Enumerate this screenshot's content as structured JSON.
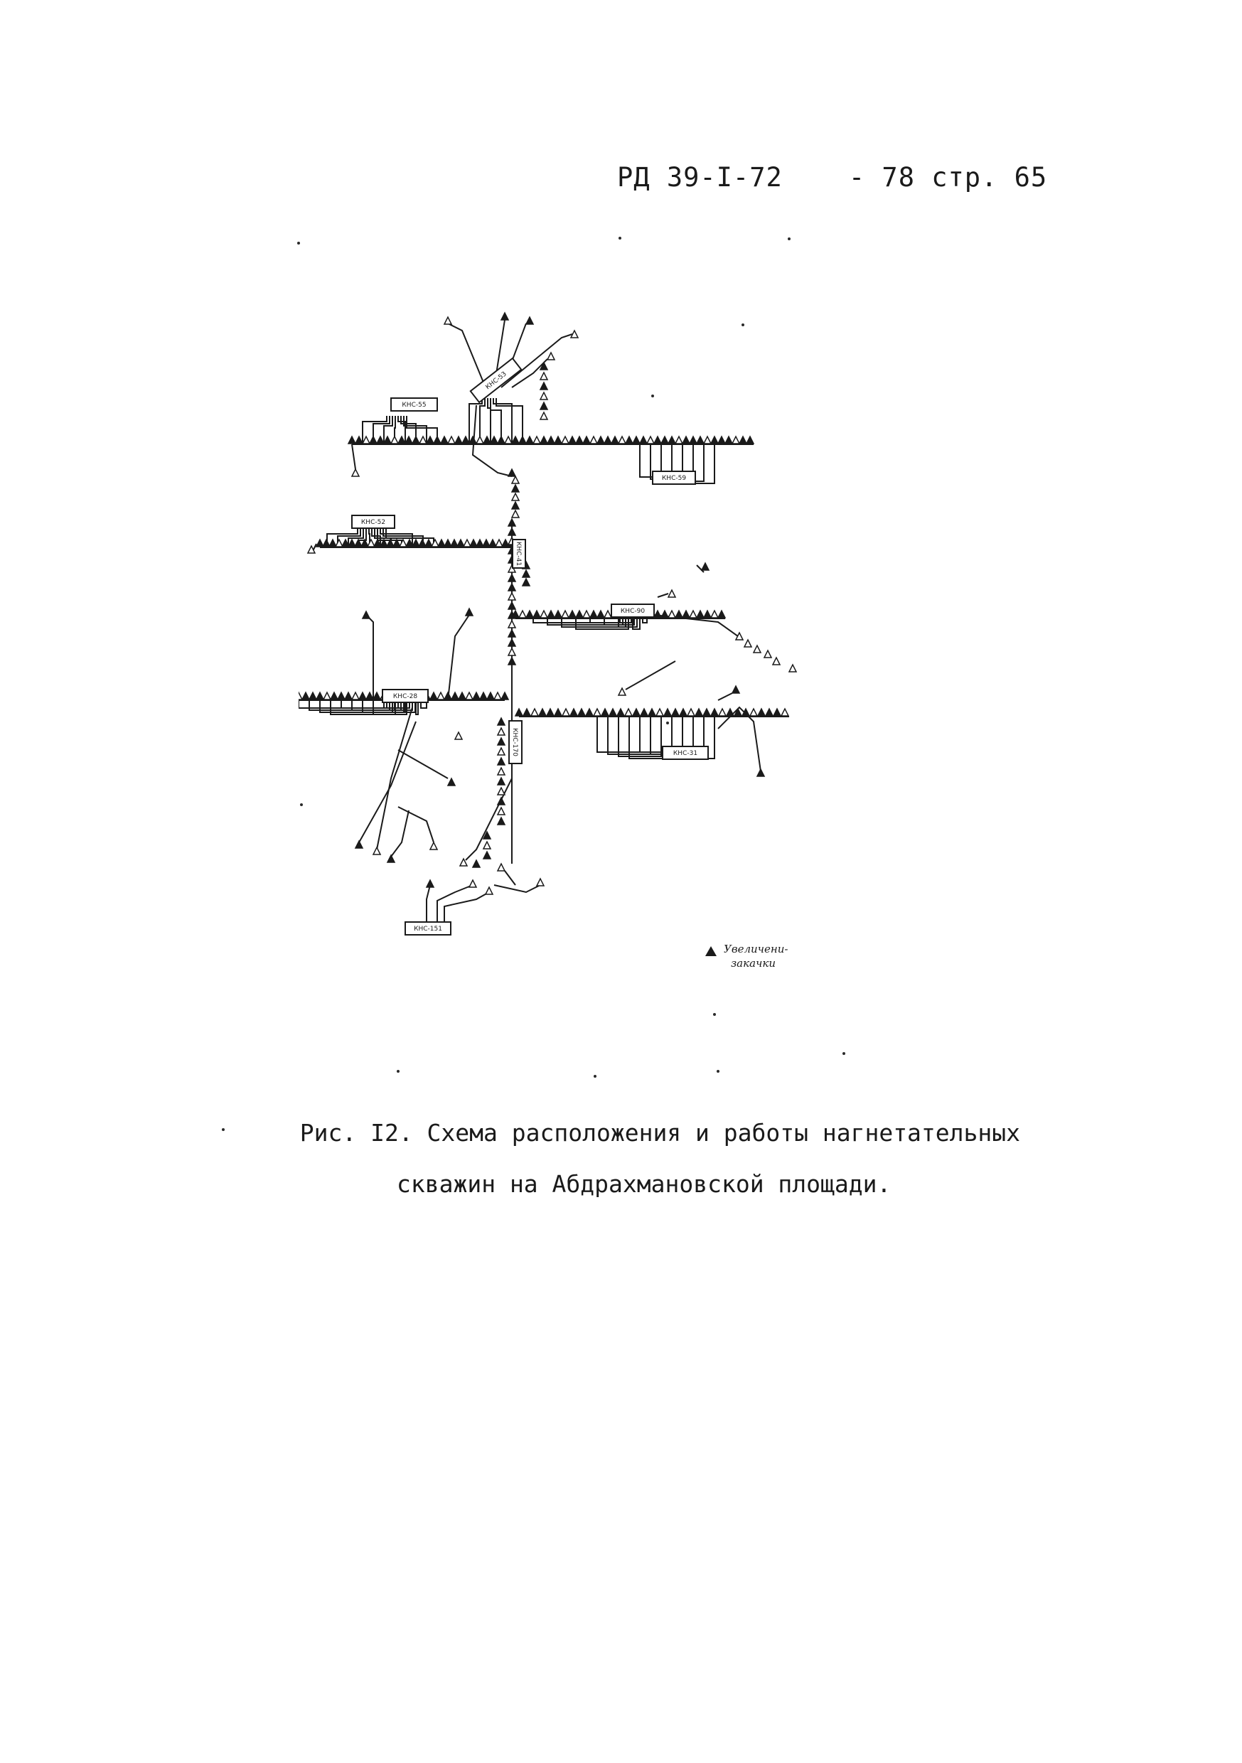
{
  "header": {
    "doc_ref": "РД 39-I-72",
    "page_ref": "- 78 стр. 65"
  },
  "figure": {
    "boxes": {
      "b1": "КНС-55",
      "b2": "КНС-53",
      "b3": "КНС-59",
      "b4": "КНС-52",
      "b5": "КНС-41",
      "b6": "КНС-90",
      "b7": "КНС-28",
      "b8": "КНС-170",
      "b9": "КНС-31",
      "b10": "КНС-151"
    },
    "legend": {
      "line1": "Увеличени-",
      "line2": "закачки"
    }
  },
  "caption": {
    "line1": "Рис. I2. Схема расположения и работы нагнетательных",
    "line2": "скважин на Абдрахмановской площади."
  }
}
